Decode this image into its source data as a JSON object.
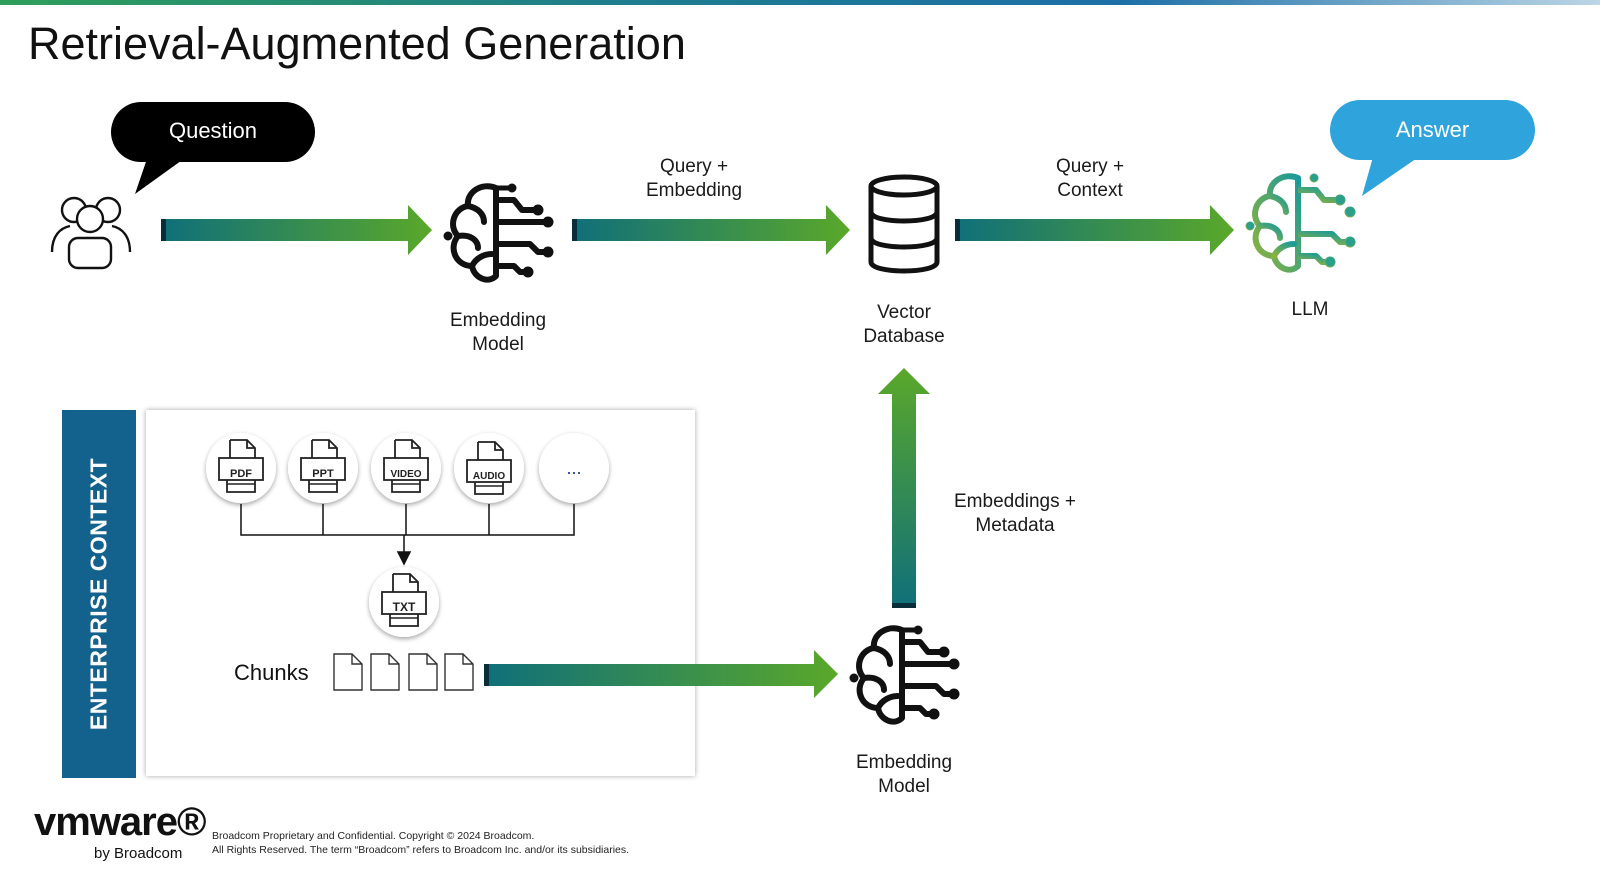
{
  "title": "Retrieval-Augmented Generation",
  "bubbles": {
    "question": "Question",
    "answer": "Answer"
  },
  "labels": {
    "embedding_model_top": "Embedding\nModel",
    "query_embedding": "Query +\nEmbedding",
    "vector_database": "Vector\nDatabase",
    "query_context": "Query +\nContext",
    "llm": "LLM",
    "embeddings_metadata": "Embeddings +\nMetadata",
    "embedding_model_bottom": "Embedding\nModel"
  },
  "enterprise_context": {
    "heading": "ENTERPRISE CONTEXT",
    "sources": [
      "PDF",
      "PPT",
      "VIDEO",
      "AUDIO",
      "..."
    ],
    "merged": "TXT",
    "chunks_label": "Chunks"
  },
  "footer": {
    "line1": "Broadcom Proprietary and Confidential. Copyright © 2024 Broadcom.",
    "line2": "All Rights Reserved. The term “Broadcom” refers to Broadcom Inc. and/or its subsidiaries.",
    "logo": "vmware®",
    "logo_sub": "by Broadcom"
  },
  "colors": {
    "arrow_start": "#0f6f7a",
    "arrow_end": "#5aa82a",
    "answer_bubble": "#2ea3dc",
    "question_bubble": "#000000",
    "enterprise_bar": "#13628e"
  },
  "icons": [
    "users-icon",
    "brain-icon",
    "database-icon",
    "llm-brain-icon",
    "document-icon"
  ]
}
